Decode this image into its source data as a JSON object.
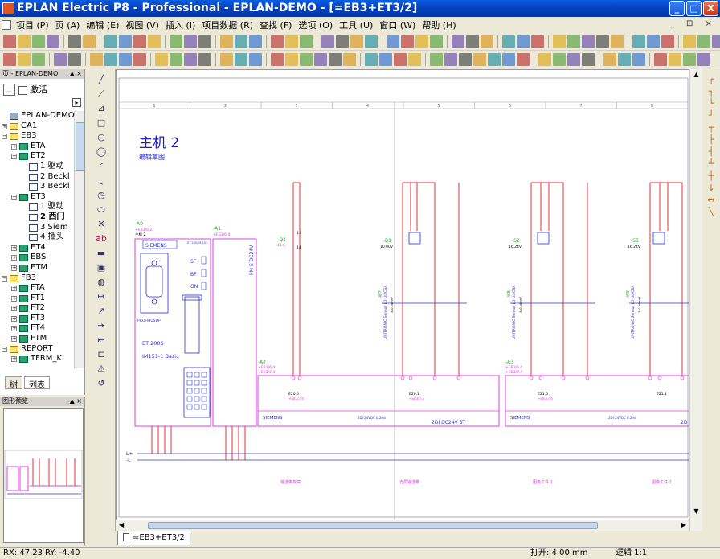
{
  "window": {
    "title": "EPLAN Electric P8 - Professional - EPLAN-DEMO - [=EB3+ET3/2]",
    "minimize": "_",
    "maximize": "□",
    "close": "X"
  },
  "menu": {
    "items": [
      "项目 (P)",
      "页 (A)",
      "编辑 (E)",
      "视图 (V)",
      "插入 (I)",
      "项目数据 (R)",
      "查找 (F)",
      "选项 (O)",
      "工具 (U)",
      "窗口 (W)",
      "帮助 (H)"
    ],
    "mdi_controls": "_ ⊡ ×"
  },
  "page_navigator": {
    "title": "页 - EPLAN-DEMO",
    "panel_controls": "▲ ×",
    "up_button": "..",
    "activate_label": "激活",
    "tree": [
      {
        "level": 0,
        "exp": "",
        "icon": "proj",
        "label": "EPLAN-DEMO"
      },
      {
        "level": 0,
        "exp": "+",
        "icon": "folder",
        "label": "CA1"
      },
      {
        "level": 0,
        "exp": "−",
        "icon": "folder",
        "label": "EB3"
      },
      {
        "level": 1,
        "exp": "+",
        "icon": "func",
        "label": "ETA"
      },
      {
        "level": 1,
        "exp": "−",
        "icon": "func",
        "label": "ET2"
      },
      {
        "level": 2,
        "exp": "",
        "icon": "page",
        "label": "1 驱动"
      },
      {
        "level": 2,
        "exp": "",
        "icon": "page",
        "label": "2 Beckl"
      },
      {
        "level": 2,
        "exp": "",
        "icon": "page",
        "label": "3 Beckl"
      },
      {
        "level": 1,
        "exp": "−",
        "icon": "func",
        "label": "ET3"
      },
      {
        "level": 2,
        "exp": "",
        "icon": "page",
        "label": "1 驱动"
      },
      {
        "level": 2,
        "exp": "",
        "icon": "page",
        "label": "2 西门",
        "bold": true
      },
      {
        "level": 2,
        "exp": "",
        "icon": "page",
        "label": "3 Siem"
      },
      {
        "level": 2,
        "exp": "",
        "icon": "page",
        "label": "4 插头"
      },
      {
        "level": 1,
        "exp": "+",
        "icon": "func",
        "label": "ET4"
      },
      {
        "level": 1,
        "exp": "+",
        "icon": "func",
        "label": "EBS"
      },
      {
        "level": 1,
        "exp": "+",
        "icon": "func",
        "label": "ETM"
      },
      {
        "level": 0,
        "exp": "−",
        "icon": "folder",
        "label": "FB3"
      },
      {
        "level": 1,
        "exp": "+",
        "icon": "func",
        "label": "FTA"
      },
      {
        "level": 1,
        "exp": "+",
        "icon": "func",
        "label": "FT1"
      },
      {
        "level": 1,
        "exp": "+",
        "icon": "func",
        "label": "FT2"
      },
      {
        "level": 1,
        "exp": "+",
        "icon": "func",
        "label": "FT3"
      },
      {
        "level": 1,
        "exp": "+",
        "icon": "func",
        "label": "FT4"
      },
      {
        "level": 1,
        "exp": "+",
        "icon": "func",
        "label": "FTM"
      },
      {
        "level": 0,
        "exp": "−",
        "icon": "folder",
        "label": "REPORT"
      },
      {
        "level": 1,
        "exp": "+",
        "icon": "func",
        "label": "TFRM_KI"
      }
    ],
    "tabs": [
      "树",
      "列表"
    ]
  },
  "preview_panel": {
    "title": "图形预览",
    "panel_controls": "▲ ×"
  },
  "schematic": {
    "page_title": "主机 2",
    "page_subtitle": "编辑草图",
    "column_numbers": [
      "1",
      "2",
      "3",
      "4",
      "5",
      "6",
      "7",
      "8"
    ],
    "a0": {
      "tag": "-A0",
      "sub1": "+EB3/6.2",
      "sub2": "主机 2",
      "brand": "SIEMENS",
      "profibus": "PROFIBUSDP",
      "model1": "ET 200S",
      "model2": "IM151-1 Basic",
      "leds": [
        "SF",
        "BF",
        "ON"
      ],
      "top_note": "ET 200/IM 151"
    },
    "a1": {
      "tag": "-A1",
      "sub": "+EB3/6.4",
      "pm": "PM-E DC24V"
    },
    "a2": {
      "tag": "-A2",
      "sub1": "+EB3/6.4",
      "sub2": "+EB3/7.4",
      "brand": "SIEMENS",
      "spec": "2DI 24VDC 0.2ms",
      "name": "2DI DC24V ST"
    },
    "a3": {
      "tag": "-A3",
      "sub1": "+EB3/6.4",
      "sub2": "+EB3/7.4",
      "brand": "SIEMENS",
      "spec": "2DI 24VDC 0.2ms",
      "name": "2D"
    },
    "q1": {
      "tag": "-Q1",
      "sub": "11.6",
      "t1": "13",
      "t2": "14"
    },
    "b1": {
      "tag": "-B1",
      "rating": "10.00V"
    },
    "s2": {
      "tag": "-S2",
      "rating": "16.24V"
    },
    "s3": {
      "tag": "-S3",
      "rating": "16.24V"
    },
    "cables": [
      {
        "tag": "-W7",
        "label": "UNITRONIC Sensor LD UL/CSA"
      },
      {
        "tag": "-W8",
        "label": "UNITRONIC Sensor LD UL/CSA"
      },
      {
        "tag": "-W9",
        "label": "UNITRONIC Sensor LD UL/CSA"
      }
    ],
    "wire_labels": [
      "3x0.34mm²",
      "3x0.34mm²",
      "3x0.34mm²"
    ],
    "bus_labels": [
      "L+",
      "-L"
    ],
    "footer_labels": [
      "输送带故障",
      "去局输送带",
      "图像工件 1",
      "图像工件 2"
    ],
    "terminal_labels": [
      "E20.0",
      "E20.1",
      "E21.0",
      "E21.1"
    ],
    "xref_labels": [
      "+EB3/7.4",
      "+EB3/7.5",
      "+EB3/7.6"
    ]
  },
  "document_tab": "=EB3+ET3/2",
  "status": {
    "rx": "RX: 47.23",
    "ry": "RY: -4.40",
    "grid": "打开: 4.00 mm",
    "logic": "逻辑 1:1"
  },
  "colors": {
    "schematic_red": "#e0303a",
    "schematic_magenta": "#e040e0",
    "schematic_blue": "#3030d0",
    "title_blue": "#0a5fe0"
  }
}
